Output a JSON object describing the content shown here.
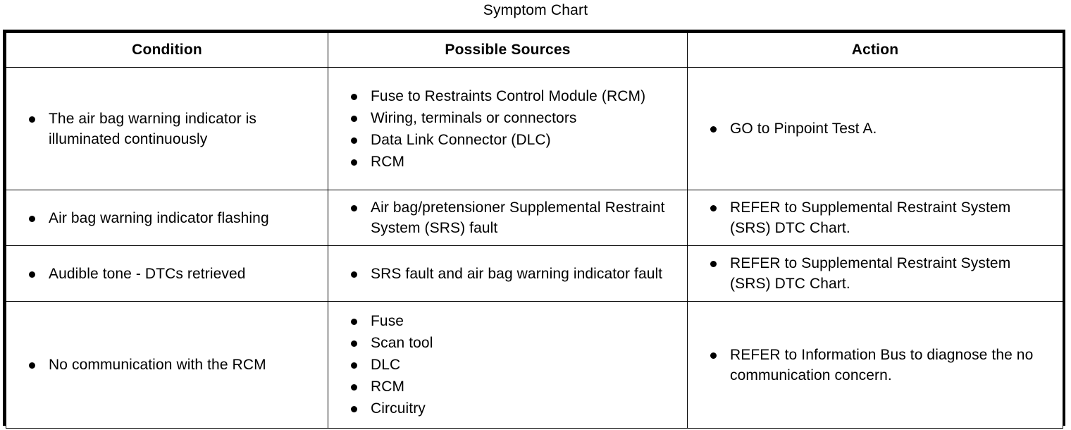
{
  "title": "Symptom Chart",
  "table": {
    "headers": [
      "Condition",
      "Possible Sources",
      "Action"
    ],
    "rows": [
      {
        "condition": [
          "The air bag warning indicator is illuminated continuously"
        ],
        "sources": [
          "Fuse to Restraints Control Module (RCM)",
          "Wiring, terminals or connectors",
          "Data Link Connector (DLC)",
          "RCM"
        ],
        "action": [
          "GO to Pinpoint Test A."
        ]
      },
      {
        "condition": [
          "Air bag warning indicator flashing"
        ],
        "sources": [
          "Air bag/pretensioner Supplemental Restraint System (SRS) fault"
        ],
        "action": [
          "REFER to Supplemental Restraint System (SRS) DTC Chart."
        ]
      },
      {
        "condition": [
          "Audible tone - DTCs retrieved"
        ],
        "sources": [
          "SRS fault and air bag warning indicator fault"
        ],
        "action": [
          "REFER to Supplemental Restraint System (SRS) DTC Chart."
        ]
      },
      {
        "condition": [
          "No communication with the RCM"
        ],
        "sources": [
          "Fuse",
          "Scan tool",
          "DLC",
          "RCM",
          "Circuitry"
        ],
        "action": [
          "REFER to Information Bus to diagnose the no communication concern."
        ]
      }
    ]
  },
  "colors": {
    "border": "#000000",
    "text": "#000000",
    "background": "#ffffff"
  }
}
